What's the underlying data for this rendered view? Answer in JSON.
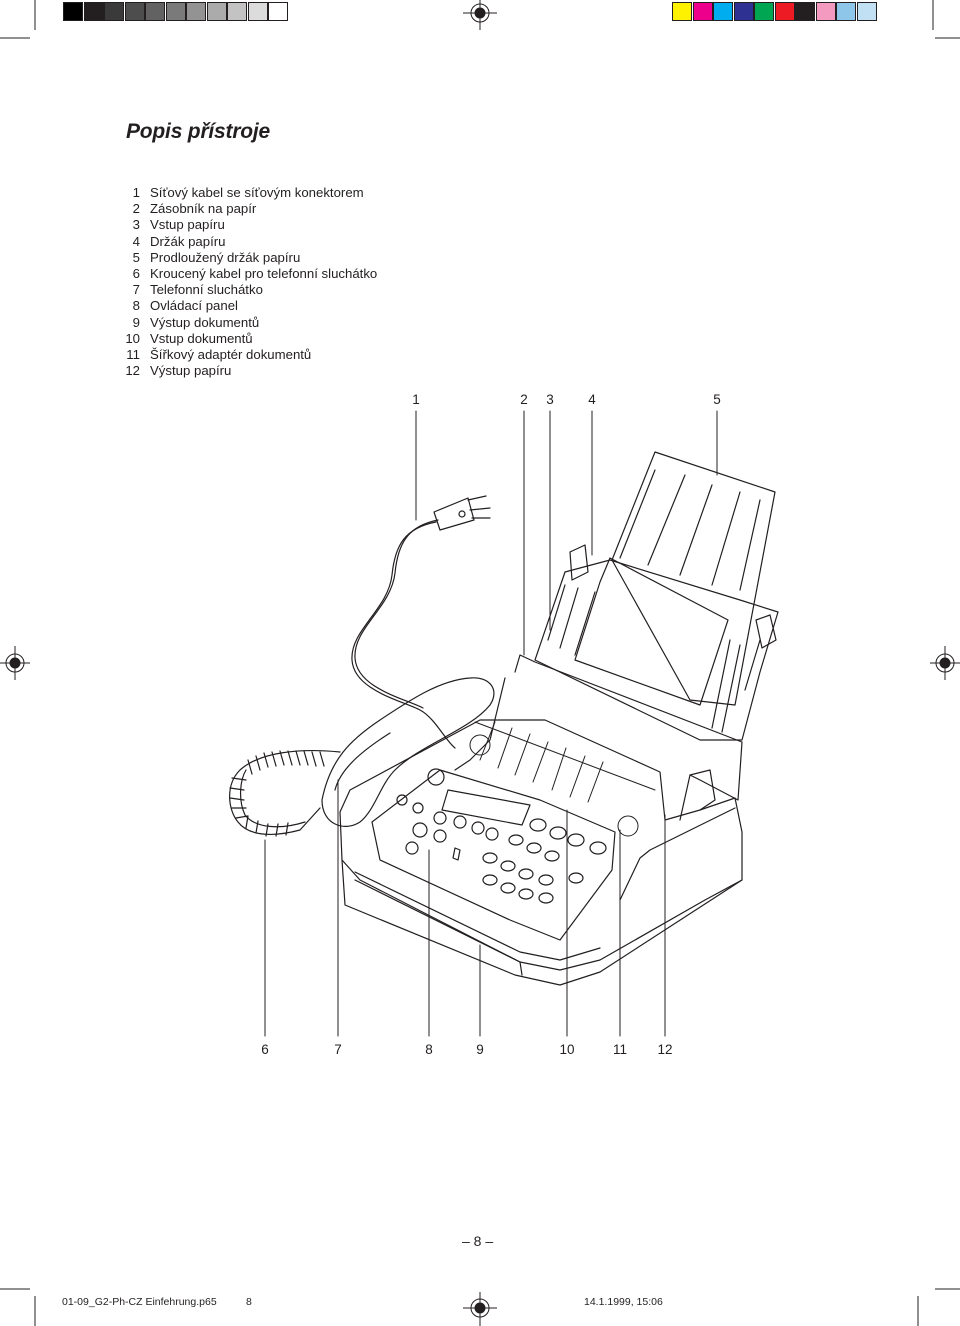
{
  "colors": {
    "ink": "#231f20",
    "grayscale_bar": [
      "#000000",
      "#231f20",
      "#3a3a3a",
      "#4d4d4d",
      "#626262",
      "#7a7a7a",
      "#939393",
      "#ababab",
      "#c3c3c3",
      "#dcdcdc",
      "#ffffff"
    ],
    "color_bar": [
      "#fff200",
      "#ec008c",
      "#00aeef",
      "#2e3192",
      "#00a651",
      "#ed1c24",
      "#231f20",
      "#f49ac1",
      "#8dc6e8",
      "#c2e0f4"
    ]
  },
  "page": {
    "title": "Popis přístroje",
    "legend": [
      {
        "num": "1",
        "label": "Síťový kabel se síťovým konektorem"
      },
      {
        "num": "2",
        "label": "Zásobník na papír"
      },
      {
        "num": "3",
        "label": "Vstup papíru"
      },
      {
        "num": "4",
        "label": "Držák papíru"
      },
      {
        "num": "5",
        "label": "Prodloužený držák papíru"
      },
      {
        "num": "6",
        "label": "Kroucený kabel pro telefonní sluchátko"
      },
      {
        "num": "7",
        "label": "Telefonní sluchátko"
      },
      {
        "num": "8",
        "label": "Ovládací panel"
      },
      {
        "num": "9",
        "label": "Výstup dokumentů"
      },
      {
        "num": "10",
        "label": "Vstup dokumentů"
      },
      {
        "num": "11",
        "label": "Šířkový adaptér dokumentů"
      },
      {
        "num": "12",
        "label": "Výstup papíru"
      }
    ],
    "callouts_top": [
      "1",
      "2",
      "3",
      "4",
      "5"
    ],
    "callouts_bottom": [
      "6",
      "7",
      "8",
      "9",
      "10",
      "11",
      "12"
    ],
    "page_number": "– 8 –"
  },
  "footer": {
    "filename": "01-09_G2-Ph-CZ Einfehrung.p65",
    "page": "8",
    "timestamp": "14.1.1999, 15:06"
  }
}
